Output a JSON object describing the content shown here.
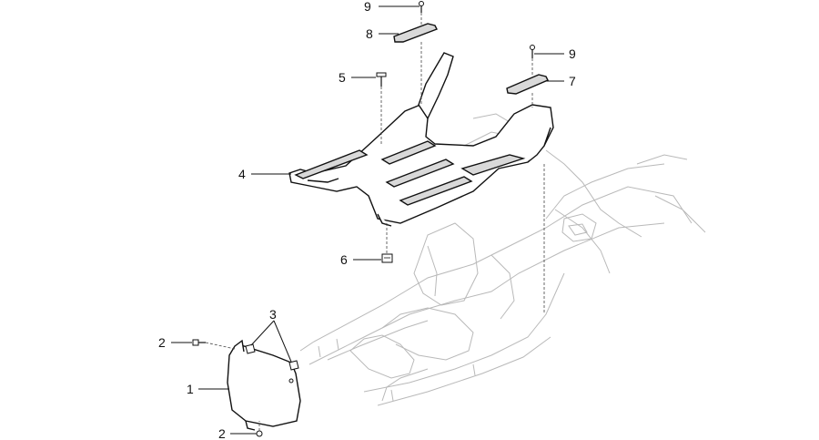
{
  "callouts": [
    {
      "id": "9a",
      "number": "9"
    },
    {
      "id": "8",
      "number": "8"
    },
    {
      "id": "9b",
      "number": "9"
    },
    {
      "id": "5",
      "number": "5"
    },
    {
      "id": "7",
      "number": "7"
    },
    {
      "id": "4",
      "number": "4"
    },
    {
      "id": "6",
      "number": "6"
    },
    {
      "id": "3",
      "number": "3"
    },
    {
      "id": "2a",
      "number": "2"
    },
    {
      "id": "1",
      "number": "1"
    },
    {
      "id": "2b",
      "number": "2"
    }
  ]
}
